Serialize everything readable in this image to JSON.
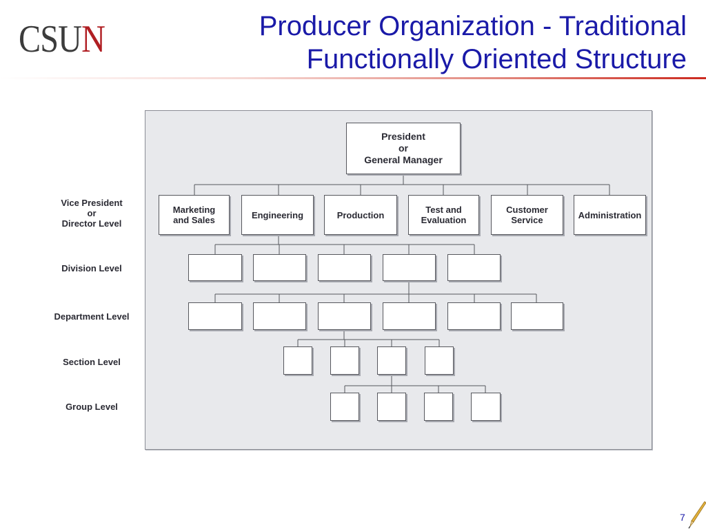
{
  "logo": {
    "main": "CSU",
    "accent": "N"
  },
  "title": {
    "line1": "Producer Organization - Traditional",
    "line2": "Functionally Oriented Structure"
  },
  "chart": {
    "top_node": {
      "line1": "President",
      "line2": "or",
      "line3": "General Manager"
    },
    "vp_units": [
      "Marketing and Sales",
      "Engineering",
      "Production",
      "Test and Evaluation",
      "Customer Service",
      "Administration"
    ],
    "level_labels": {
      "vp": {
        "line1": "Vice President",
        "line2": "or",
        "line3": "Director Level"
      },
      "division": "Division Level",
      "department": "Department Level",
      "section": "Section Level",
      "group": "Group Level"
    },
    "counts": {
      "division": 5,
      "department": 6,
      "section": 4,
      "group": 4
    }
  },
  "footer": {
    "page_number": "7"
  },
  "icons": {
    "corner": "pencil-icon"
  },
  "colors": {
    "title": "#1a1aa8",
    "logo_accent": "#b01e23",
    "frame_bg": "#e8e9ec"
  }
}
